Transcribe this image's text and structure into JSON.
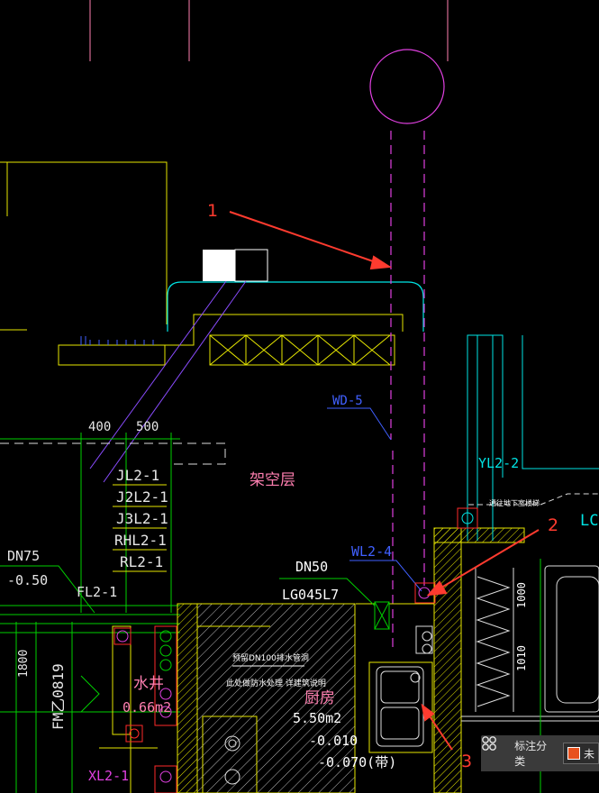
{
  "drawing": {
    "labels": {
      "wd5": "WD-5",
      "jiakong": "架空层",
      "dim400": "400",
      "dim500": "500",
      "jl": "JL2-1",
      "j2l": "J2L2-1",
      "j3l": "J3L2-1",
      "rhl": "RHL2-1",
      "rl": "RL2-1",
      "dn75": "DN75",
      "minus050": "-0.50",
      "fl": "FL2-1",
      "dn50": "DN50",
      "lg": "LG045L7",
      "wl": "WL2-4",
      "yl": "YL2-2",
      "lc": "LC",
      "well": "水井",
      "area066": "0.66m2",
      "kitchen": "厨房",
      "area550": "5.50m2",
      "lev010": "-0.010",
      "lev070": "-0.070(带)",
      "xl": "XL2-1",
      "fm": "FM乙0819",
      "d1800": "1800",
      "d1000": "1000",
      "d1010": "1010",
      "note1": "预留DN100排水管洞",
      "note2": "此处做防水处理 详建筑说明",
      "note3": "通往地下室楼梯"
    },
    "annotations": {
      "a1": "1",
      "a2": "2",
      "a3": "3"
    },
    "colors": {
      "yellow": "#e6e600",
      "green": "#00d000",
      "cyan": "#00e5e5",
      "magenta": "#e040e0",
      "violet": "#8a4cff",
      "blue": "#4060ff",
      "red": "#ff2a2a",
      "pink": "#ff7fb0",
      "white": "#ffffff",
      "annot": "#ff3b2f"
    }
  },
  "panel": {
    "icon": "layers-grid-icon",
    "label": "标注分类",
    "dropdown": "未"
  }
}
